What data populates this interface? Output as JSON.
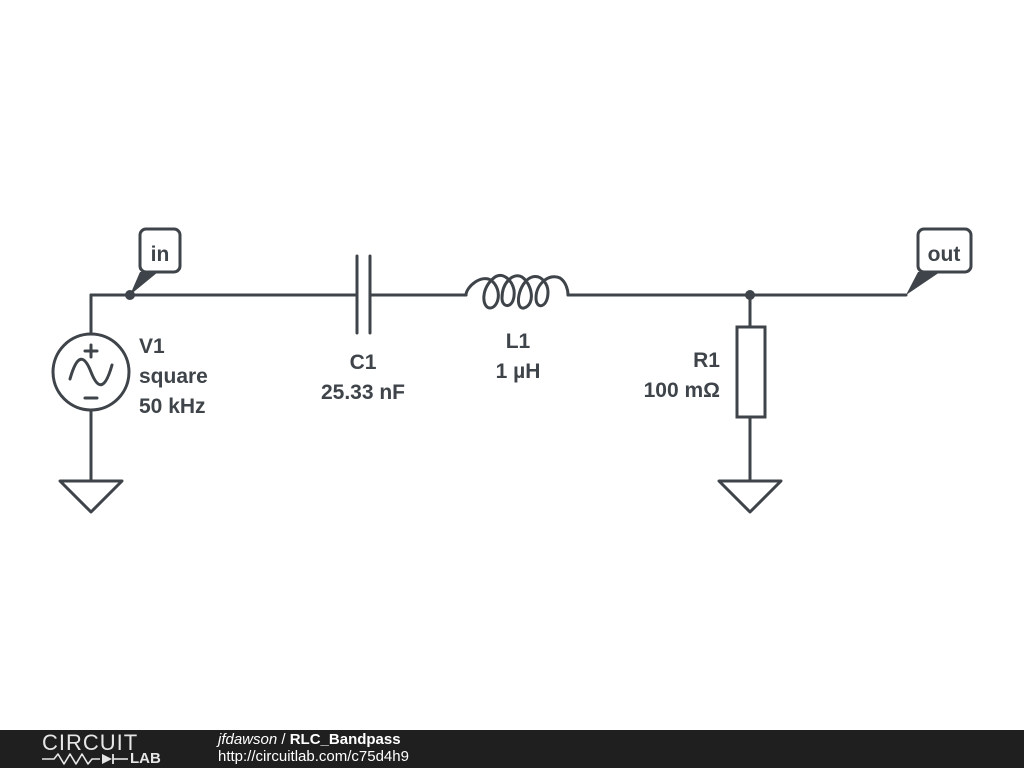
{
  "schematic": {
    "ports": {
      "in": "in",
      "out": "out"
    },
    "components": {
      "V1": {
        "name": "V1",
        "type": "square",
        "value": "50 kHz"
      },
      "C1": {
        "name": "C1",
        "value": "25.33 nF"
      },
      "L1": {
        "name": "L1",
        "value": "1 µH"
      },
      "R1": {
        "name": "R1",
        "value": "100 mΩ"
      }
    }
  },
  "footer": {
    "logo_top": "CIRCUIT",
    "logo_bottom": "LAB",
    "author": "jfdawson",
    "separator": " / ",
    "title": "RLC_Bandpass",
    "url": "http://circuitlab.com/c75d4h9"
  },
  "colors": {
    "wire": "#3e4449",
    "footer_bg": "#1f1f1f",
    "background": "#ffffff"
  }
}
